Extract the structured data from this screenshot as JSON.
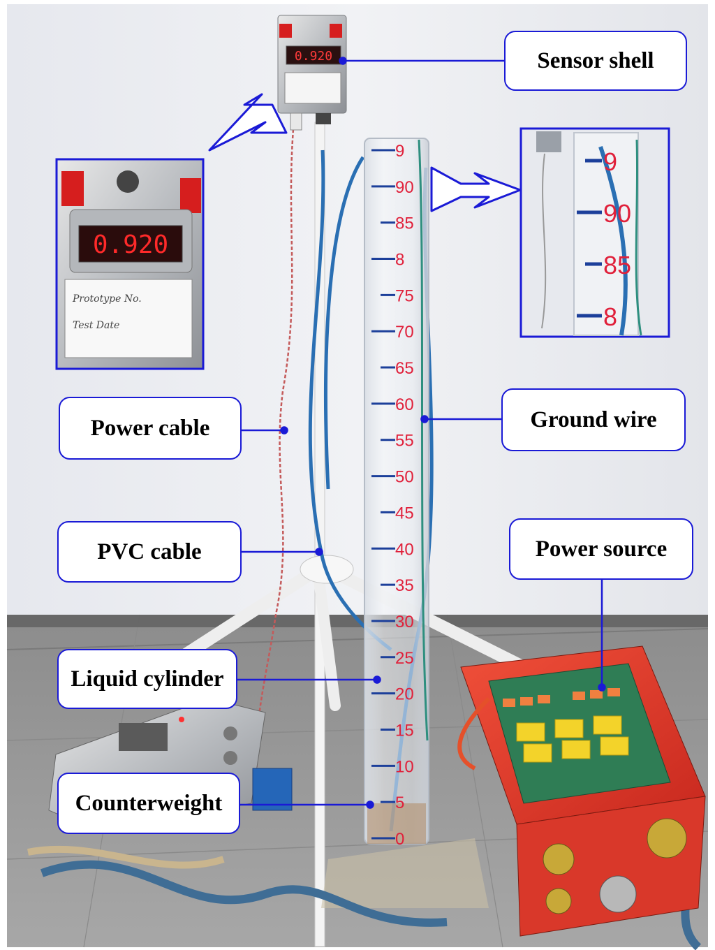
{
  "labels": {
    "sensor_shell": "Sensor shell",
    "power_cable": "Power cable",
    "ground_wire": "Ground wire",
    "pvc_cable": "PVC cable",
    "power_source": "Power source",
    "liquid_cylinder": "Liquid cylinder",
    "counterweight": "Counterweight"
  },
  "display": {
    "small_readout": "0.920",
    "large_readout": "0.920"
  },
  "placard": {
    "line1": "Prototype No.",
    "line2": "Test Date"
  },
  "cylinder_scale": [
    "9",
    "90",
    "85",
    "8",
    "75",
    "70",
    "65",
    "60",
    "55",
    "50",
    "45",
    "40",
    "35",
    "30",
    "25",
    "20",
    "15",
    "10",
    "5",
    "0"
  ],
  "zoom_scale": [
    "9",
    "90",
    "85",
    "8"
  ],
  "colors": {
    "annotation_blue": "#1a1ad6",
    "scale_red": "#e0203a",
    "scale_tick_blue": "#1c3f9a",
    "led_red": "#ff2a2a",
    "power_box_red": "#e6322a"
  }
}
